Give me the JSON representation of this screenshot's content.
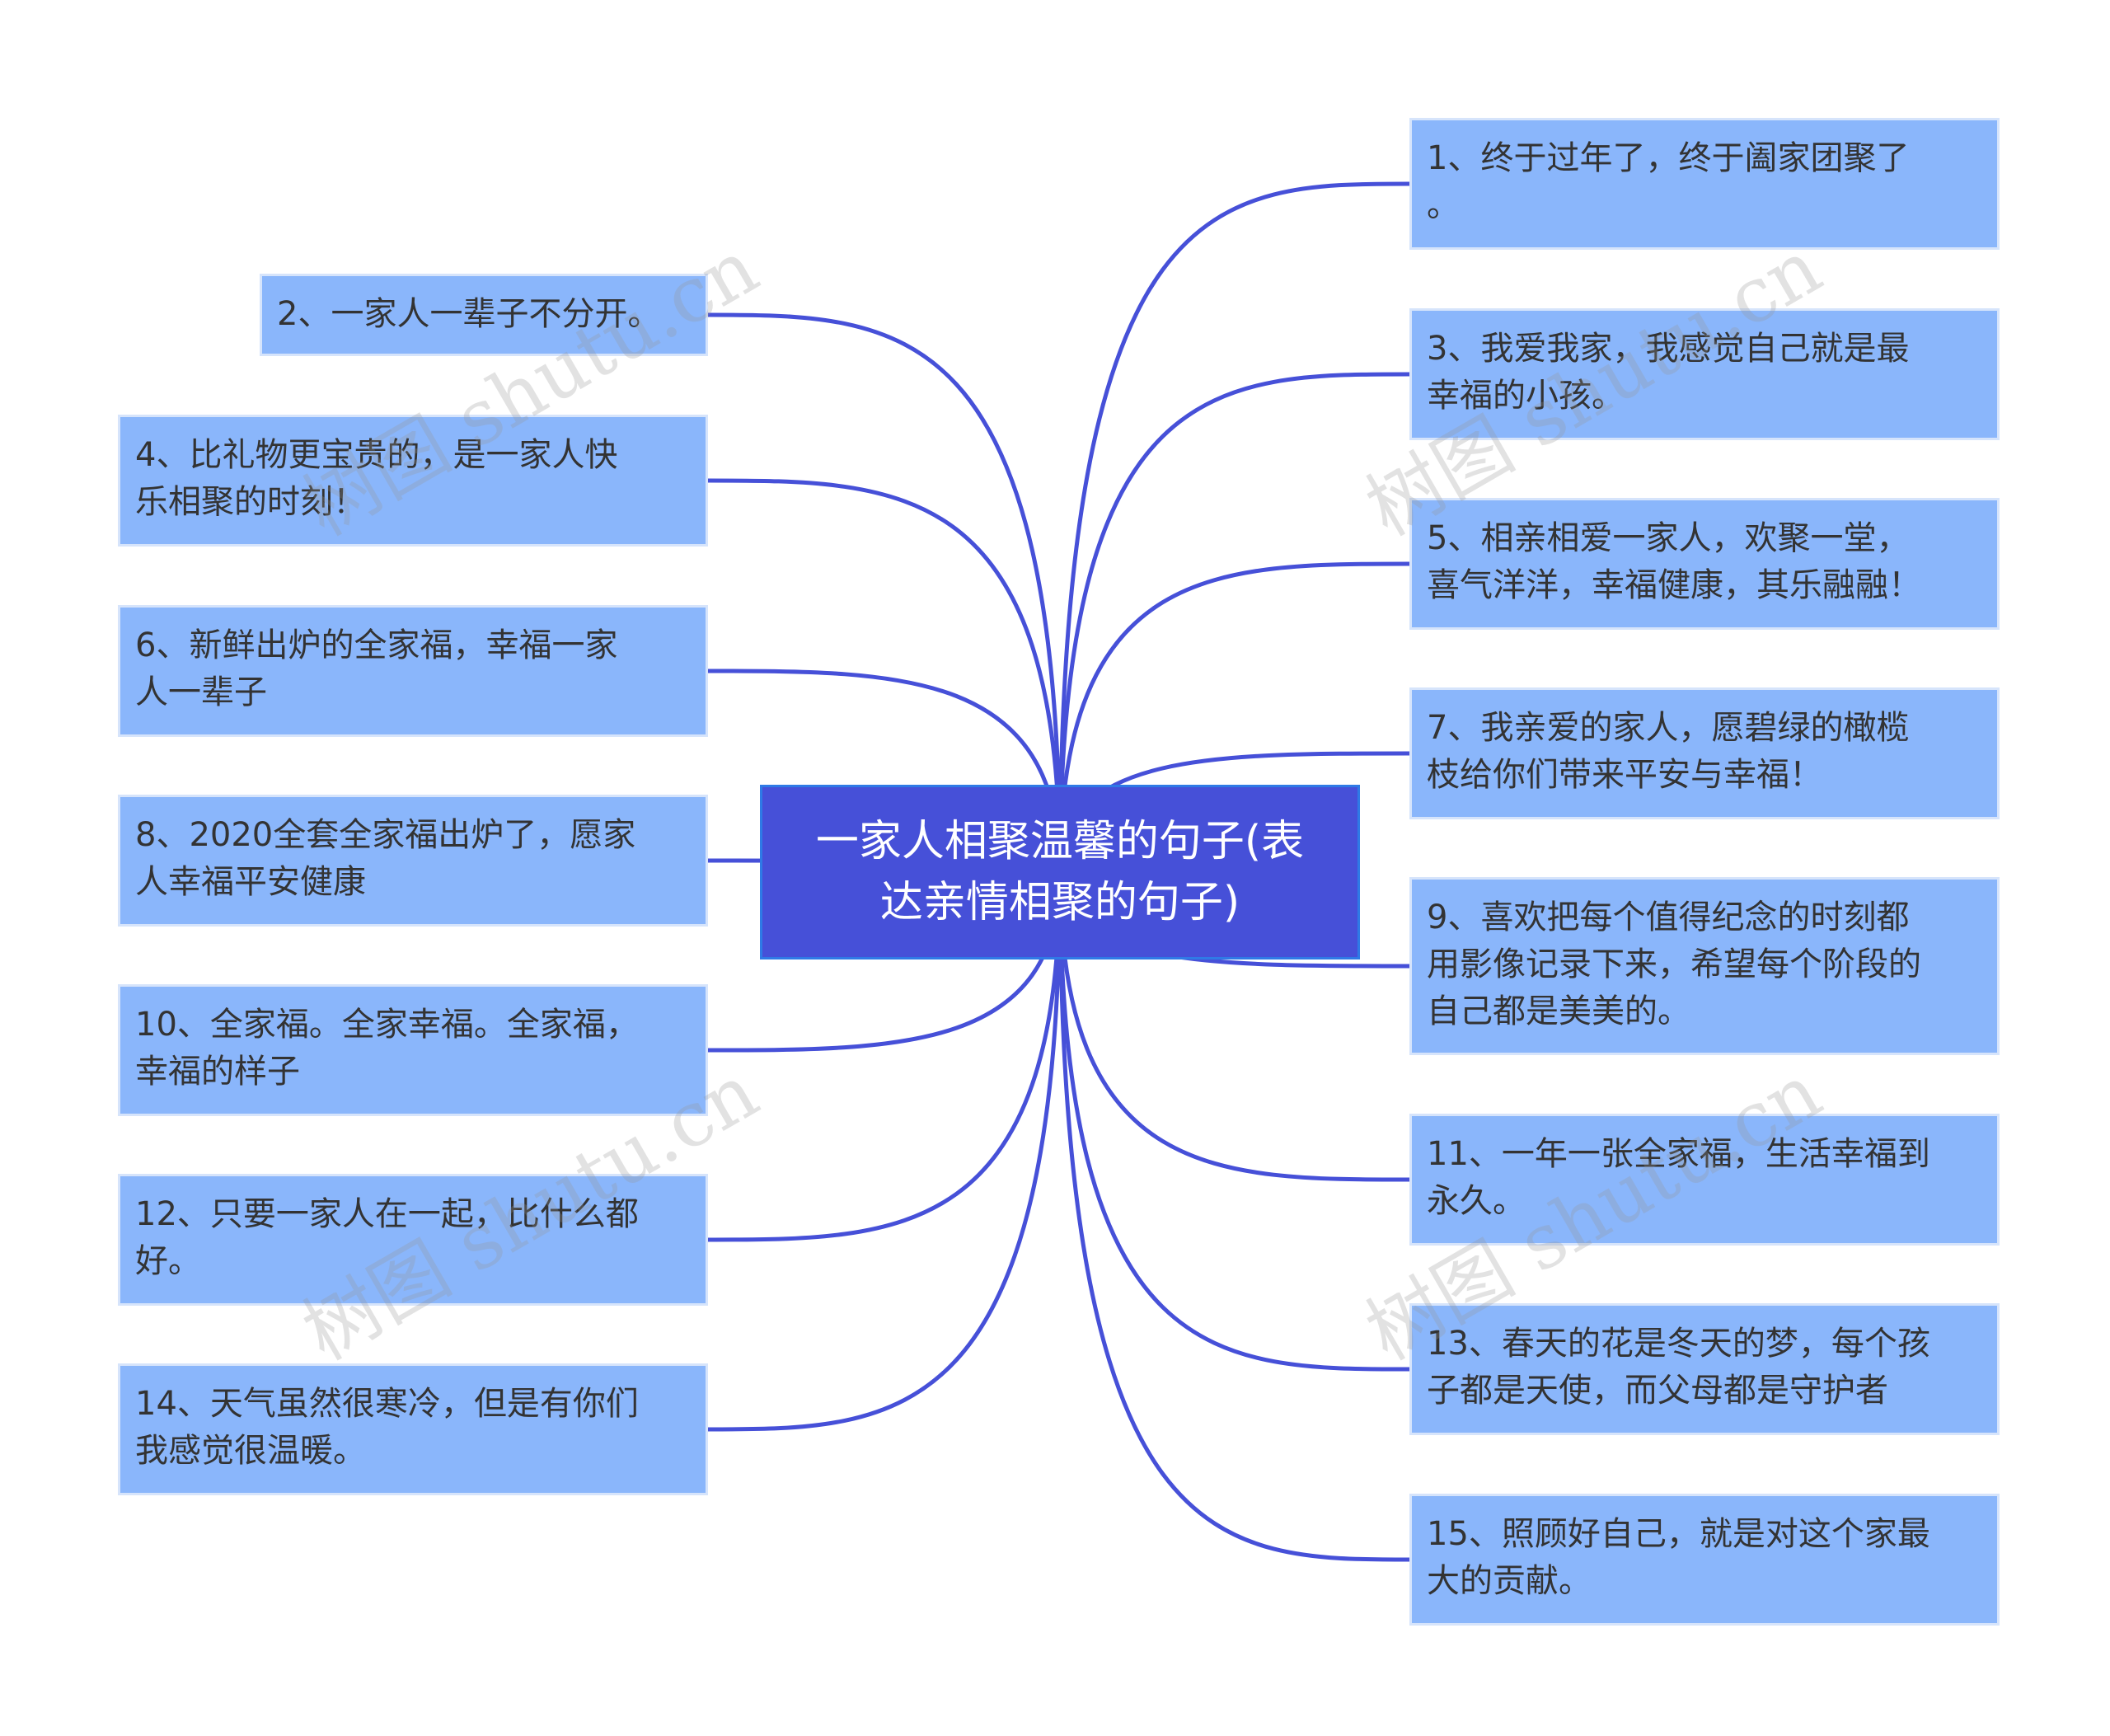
{
  "root": {
    "label": "一家人相聚温馨的句子(表\n达亲情相聚的句子)"
  },
  "watermark": "树图 shutu.cn",
  "colors": {
    "link": "#4650d8",
    "node": "#8ab6fb",
    "node_border": "#d6e4fb",
    "root": "#4650d8",
    "root_border": "#2f7ae6"
  },
  "nodes": [
    {
      "side": "right",
      "text": "1、终于过年了，终于阖家团聚了\n。"
    },
    {
      "side": "left",
      "text": "2、一家人一辈子不分开。"
    },
    {
      "side": "right",
      "text": "3、我爱我家，我感觉自己就是最\n幸福的小孩。"
    },
    {
      "side": "left",
      "text": "4、比礼物更宝贵的，是一家人快\n乐相聚的时刻！"
    },
    {
      "side": "right",
      "text": "5、相亲相爱一家人，欢聚一堂，\n喜气洋洋，幸福健康，其乐融融！"
    },
    {
      "side": "left",
      "text": "6、新鲜出炉的全家福，幸福一家\n人一辈子"
    },
    {
      "side": "right",
      "text": "7、我亲爱的家人，愿碧绿的橄榄\n枝给你们带来平安与幸福！"
    },
    {
      "side": "left",
      "text": "8、2020全套全家福出炉了，愿家\n人幸福平安健康"
    },
    {
      "side": "right",
      "text": "9、喜欢把每个值得纪念的时刻都\n用影像记录下来，希望每个阶段的\n自己都是美美的。"
    },
    {
      "side": "left",
      "text": "10、全家福。全家幸福。全家福，\n幸福的样子"
    },
    {
      "side": "right",
      "text": "11、一年一张全家福，生活幸福到\n永久。"
    },
    {
      "side": "left",
      "text": "12、只要一家人在一起，比什么都\n好。"
    },
    {
      "side": "right",
      "text": "13、春天的花是冬天的梦，每个孩\n子都是天使，而父母都是守护者"
    },
    {
      "side": "left",
      "text": "14、天气虽然很寒冷，但是有你们\n我感觉很温暖。"
    },
    {
      "side": "right",
      "text": "15、照顾好自己，就是对这个家最\n大的贡献。"
    }
  ]
}
